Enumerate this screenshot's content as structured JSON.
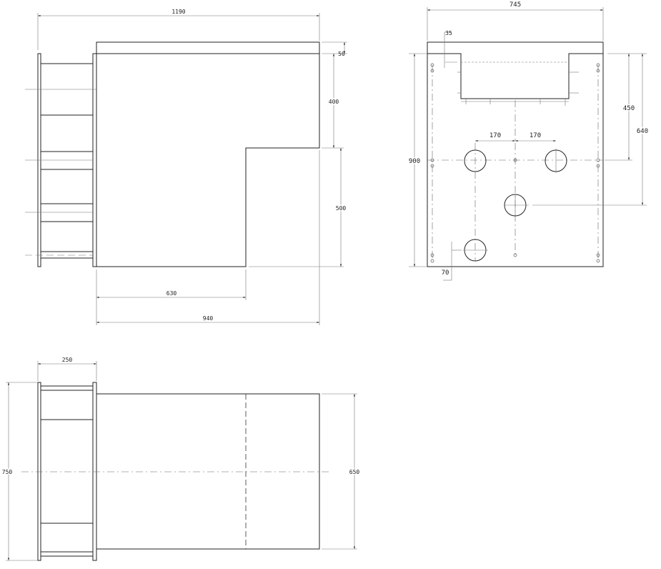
{
  "front_view": {
    "dims": {
      "overall_width": "1190",
      "top_strip": "50",
      "upper_height": "400",
      "lower_height": "500",
      "lower_width": "630",
      "body_width": "940"
    }
  },
  "side_view": {
    "dims": {
      "width": "745",
      "notch_depth": "35",
      "height": "900",
      "row_offset": "450",
      "center_hole_offset": "640",
      "left_spacing": "170",
      "right_spacing": "170",
      "bottom_offset": "70"
    }
  },
  "top_view": {
    "dims": {
      "panel_depth": "250",
      "overall_depth": "750",
      "body_depth": "650"
    }
  }
}
